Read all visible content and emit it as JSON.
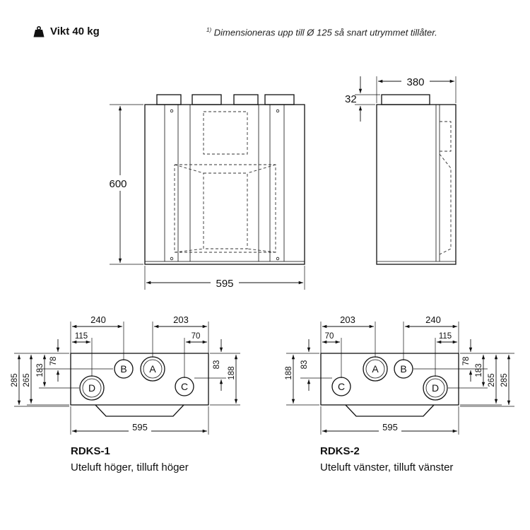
{
  "weight": {
    "icon": "weight-icon",
    "label": "Vikt 40 kg"
  },
  "footnote": {
    "mark": "1)",
    "text": "Dimensioneras upp till Ø 125 så snart utrymmet tillåter."
  },
  "front_view": {
    "height": "600",
    "width": "595"
  },
  "side_view": {
    "depth": "380",
    "collar": "32"
  },
  "rdks1": {
    "model": "RDKS-1",
    "description": "Uteluft höger, tilluft höger",
    "dims": {
      "d240": "240",
      "d115": "115",
      "d203": "203",
      "d70": "70",
      "d285": "285",
      "d265": "265",
      "d183": "183",
      "d78": "78",
      "d83": "83",
      "d188": "188",
      "d595": "595"
    },
    "ports": [
      "A",
      "B",
      "C",
      "D"
    ]
  },
  "rdks2": {
    "model": "RDKS-2",
    "description": "Uteluft vänster, tilluft vänster",
    "dims": {
      "d203": "203",
      "d70": "70",
      "d240": "240",
      "d115": "115",
      "d188": "188",
      "d83": "83",
      "d78": "78",
      "d183": "183",
      "d265": "265",
      "d285": "285",
      "d595": "595"
    },
    "ports": [
      "A",
      "B",
      "C",
      "D"
    ]
  }
}
